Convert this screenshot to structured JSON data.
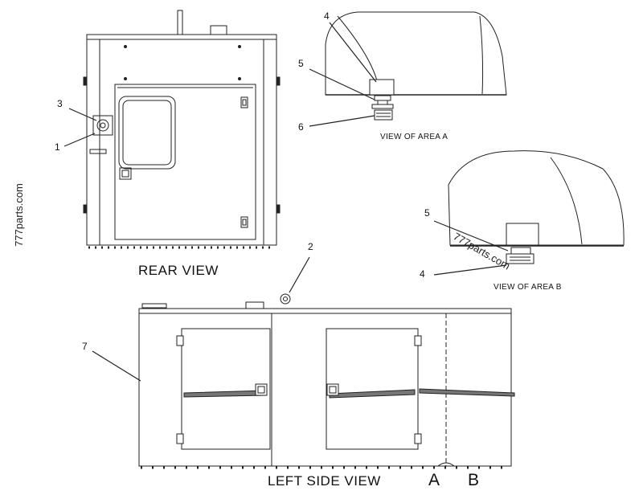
{
  "captions": {
    "rear_view": "REAR VIEW",
    "left_side_view": "LEFT SIDE VIEW",
    "view_area_a": "VIEW OF AREA A",
    "view_area_b": "VIEW OF AREA B",
    "area_a_marker": "A",
    "area_b_marker": "B"
  },
  "callouts": {
    "c1": "1",
    "c2": "2",
    "c3": "3",
    "c4_top": "4",
    "c4_bottom": "4",
    "c5_top": "5",
    "c5_bottom": "5",
    "c6": "6",
    "c7": "7"
  },
  "watermarks": {
    "left": "777parts.com",
    "right": "777parts.com"
  }
}
